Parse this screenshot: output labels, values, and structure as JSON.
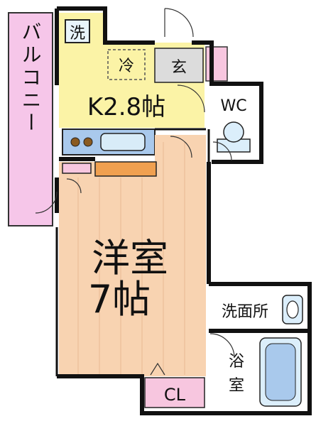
{
  "rooms": {
    "balcony": {
      "label": "バルコニー"
    },
    "kitchen": {
      "label": "K2.8帖"
    },
    "western_room": {
      "label_line1": "洋室",
      "label_line2": "7帖"
    },
    "entrance": {
      "label": "玄"
    },
    "toilet": {
      "label": "WC"
    },
    "washroom": {
      "label": "洗面所"
    },
    "bathroom": {
      "label_line1": "浴",
      "label_line2": "室"
    },
    "closet": {
      "label": "CL"
    }
  },
  "fixtures": {
    "washer_space": {
      "label": "洗"
    },
    "fridge_space": {
      "label": "冷"
    }
  },
  "colors": {
    "kitchen": "#fbf3a6",
    "western_room": "#f8d3b1",
    "balcony": "#f6c6e9",
    "entrance_pink": "#f7c6df",
    "wc": "#dbeefb",
    "counter": "#8fb6e0",
    "cabinet": "#f0a050",
    "wall": "#111111"
  }
}
